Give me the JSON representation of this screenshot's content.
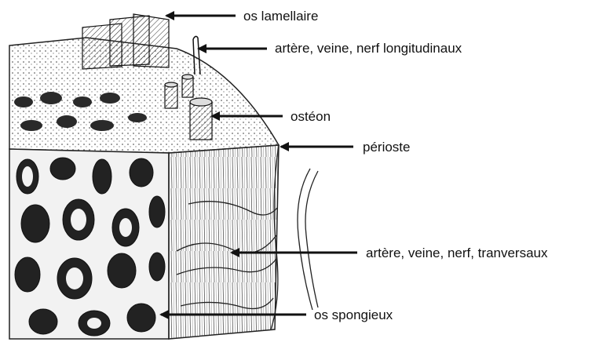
{
  "figure": {
    "labels": {
      "os_lamellaire": "os lamellaire",
      "longitudinal_vessels": "artère, veine, nerf longitudinaux",
      "osteon": "ostéon",
      "periosteum": "périoste",
      "transverse_vessels": "artère, veine, nerf, tranversaux",
      "os_spongieux": "os spongieux"
    }
  },
  "colors": {
    "ink": "#111111",
    "paper": "#ffffff",
    "bone_shade": "#d9d9d9",
    "cavity": "#222222"
  }
}
